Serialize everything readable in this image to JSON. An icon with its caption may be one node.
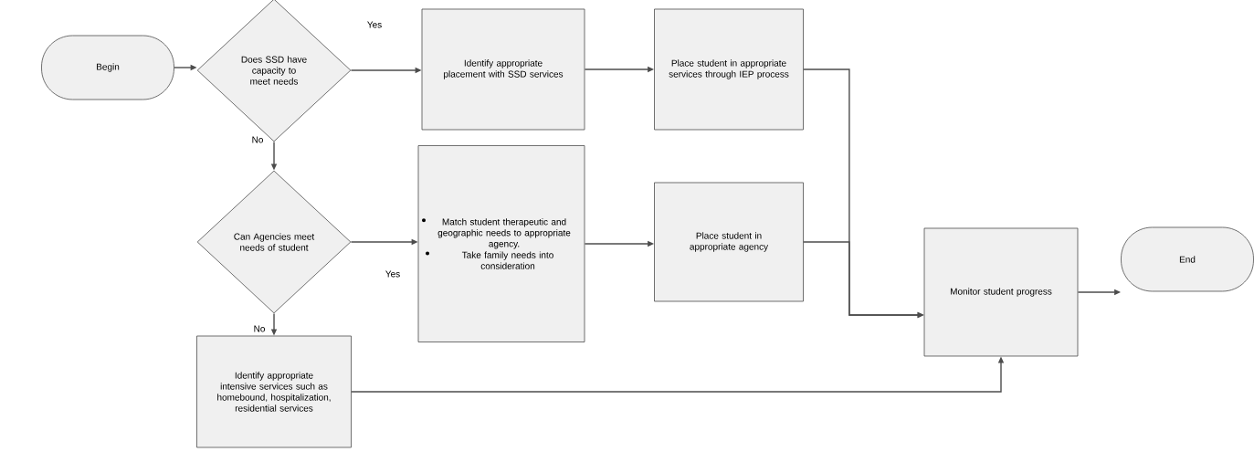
{
  "diagram": {
    "nodes": [
      {
        "text": [
          "Begin"
        ]
      },
      {
        "text": [
          "Does SSD have capacity to meet needs"
        ]
      },
      {
        "text": [
          "Identify appropriate placement with SSD services"
        ]
      },
      {
        "text": [
          "Place student in appropriate services through IEP process"
        ]
      },
      {
        "text": [
          "Can Agencies meet needs of student"
        ]
      },
      {
        "text": [
          "Match student therapeutic and geographic needs to appropriate agency.",
          "Take family needs into consideration"
        ]
      },
      {
        "text": [
          "Place student in appropriate agency"
        ]
      },
      {
        "text": [
          "Identify appropriate intensive services such as homebound, hospitalization, residential services"
        ]
      },
      {
        "text": [
          "Monitor student progress"
        ]
      },
      {
        "text": [
          "End"
        ]
      }
    ],
    "edges": [
      {
        "from": 0,
        "to": 1,
        "arrow": "to"
      },
      {
        "from": 1,
        "to": 2,
        "arrow": "to",
        "label": "Yes"
      },
      {
        "from": 2,
        "to": 3,
        "arrow": "to"
      },
      {
        "from": 3,
        "to": 8,
        "arrow": "to"
      },
      {
        "from": 1,
        "to": 4,
        "arrow": "to",
        "label": "No"
      },
      {
        "from": 4,
        "to": 5,
        "arrow": "to",
        "label": "Yes"
      },
      {
        "from": 5,
        "to": 6,
        "arrow": "to"
      },
      {
        "from": 6,
        "to": 8,
        "arrow": "to"
      },
      {
        "from": 4,
        "to": 7,
        "arrow": "to",
        "label": "No"
      },
      {
        "from": 7,
        "to": 8,
        "arrow": "to"
      },
      {
        "from": 8,
        "to": 9,
        "arrow": "to"
      }
    ]
  }
}
